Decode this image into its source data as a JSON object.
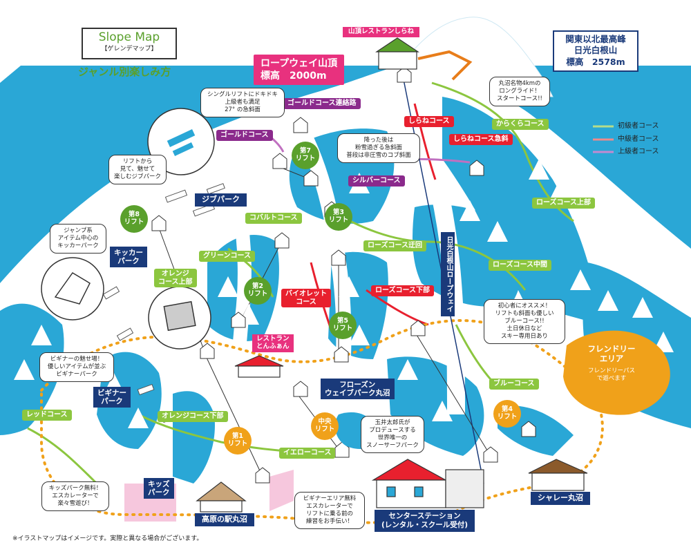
{
  "title": {
    "main": "Slope Map",
    "sub": "【ゲレンデマップ】"
  },
  "genre_heading": "ジャンル別楽しみ方",
  "ropeway_top": {
    "line1": "ロープウェイ山頂",
    "line2": "標高　2000m"
  },
  "summit_restaurant": "山頂レストランしらね",
  "peak": {
    "line1": "関東以北最高峰",
    "line2": "日光白根山",
    "line3": "標高　2578m"
  },
  "legend": [
    {
      "label": "初級者コース",
      "color": "#8cc63f"
    },
    {
      "label": "中級者コース",
      "color": "#e8202e"
    },
    {
      "label": "上級者コース",
      "color": "#8b2a8c"
    }
  ],
  "courses": {
    "gold_connector": "ゴールドコース連絡路",
    "gold": "ゴールドコース",
    "shirane": "しらねコース",
    "shirane_steep": "しらねコース急斜",
    "karakura": "からくらコース",
    "silver": "シルバーコース",
    "cobalt": "コバルトコース",
    "rose_upper": "ローズコース上部",
    "rose_detour": "ローズコース迂回",
    "rose_middle": "ローズコース中間",
    "green": "グリーンコース",
    "orange_upper": "オレンジ\nコース上部",
    "violet": "バイオレット\nコース",
    "rose_lower": "ローズコース下部",
    "blue": "ブルーコース",
    "red": "レッドコース",
    "orange_lower": "オレンジコース下部",
    "yellow": "イエローコース"
  },
  "lifts": {
    "l1": "第1\nリフト",
    "l2": "第2\nリフト",
    "l3": "第3\nリフト",
    "l4": "第4\nリフト",
    "l5": "第5\nリフト",
    "l7": "第7\nリフト",
    "l8": "第8\nリフト",
    "central": "中央\nリフト"
  },
  "ropeway_name": "日光白根山ロープウェイ",
  "parks": {
    "jib": "ジブパーク",
    "kicker": "キッカー\nパーク",
    "beginner": "ビギナー\nパーク",
    "kids": "キッズ\nパーク",
    "frozen_wave": "フローズン\nウェイブパーク丸沼"
  },
  "bubbles": {
    "single_lift": "シングルリフトにドキドキ\n上級者も満足\n27° の急斜面",
    "course_4km": "丸沼名物4kmの\nロングライド！\nスタートコース!!",
    "powder": "降った後は\n粉雪過ぎる急斜面\n普段は非圧雪のコブ斜面",
    "jib_watch": "リフトから\n見て、魅せて\n楽しむジブパーク",
    "kicker_info": "ジャンプ系\nアイテム中心の\nキッカーパーク",
    "beginner_recommend": "初心者にオススメ！\nリフトも斜面も優しい\nブルーコース!!\n土日休日など\nスキー専用日あり",
    "beginner_park": "ビギナーの魅せ場！\n優しいアイテムが並ぶ\nビギナーパーク",
    "tamai": "玉井太郎氏が\nプロデュースする\n世界唯一の\nスノーサーフパーク",
    "kids_free": "キッズパーク無料！\nエスカレーターで\n楽々雪遊び！",
    "beginner_area": "ビギナーエリア無料\nエスカレーターで\nリフトに乗る前の\n練習をお手伝い！"
  },
  "facilities": {
    "restaurant_tonfuan": "レストラン\nとんふぁん",
    "center_station": "センターステーション\n(レンタル・スクール受付)",
    "chalet": "シャレー丸沼",
    "kogen_station": "高原の駅丸沼"
  },
  "friendly_area": {
    "title": "フレンドリー\nエリア",
    "sub": "フレンドリーパス\nで遊べます"
  },
  "footnote": "※イラストマップはイメージです。実際と異なる場合がございます。",
  "colors": {
    "slope_blue": "#2aa7d6",
    "snow": "#ffffff",
    "beginner_green": "#8cc63f",
    "intermediate_red": "#e8202e",
    "advanced_purple": "#8b2a8c",
    "lift_green": "#5aa02c",
    "lift_orange": "#f0a11a",
    "navy": "#1a3a7a",
    "pink": "#e8317e"
  }
}
